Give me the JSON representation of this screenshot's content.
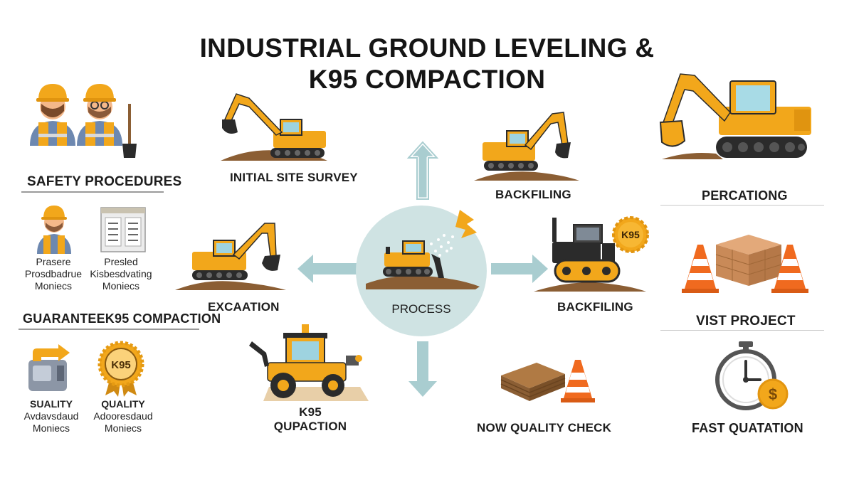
{
  "title_line1": "INDUSTRIAL GROUND LEVELING &",
  "title_line2": "K95 COMPACTION",
  "center": {
    "label": "PROCESS"
  },
  "left_panel": {
    "safety": "SAFETY PROCEDURES",
    "card1": {
      "line1": "Prasere",
      "line2": "Prosdbadrue",
      "line3": "Moniecs"
    },
    "card2": {
      "line1": "Presled",
      "line2": "Kisbesdvating",
      "line3": "Moniecs"
    },
    "guarantee": "GUARANTEEK95 COMPACTION",
    "card3": {
      "line1": "SUALITY",
      "line2": "Avdavsdaud",
      "line3": "Moniecs"
    },
    "card4": {
      "line1": "QUALITY",
      "line2": "Adooresdaud",
      "line3": "Moniecs"
    },
    "badge_text": "K95"
  },
  "steps": {
    "survey": "INITIAL SITE SURVEY",
    "backfill_top": "BACKFILING",
    "excavation": "EXCAATION",
    "backfill_right": "BACKFILING",
    "k95_line1": "K95",
    "k95_line2": "QUPACTION",
    "quality_check": "NOW QUALITY CHECK",
    "k95_badge": "K95"
  },
  "right_panel": {
    "percationg": "PERCATIONG",
    "visit": "VIST PROJECT",
    "quote": "FAST QUATATION"
  },
  "colors": {
    "machine_yellow": "#F2A71B",
    "machine_dark": "#2b2b2b",
    "soil": "#8B5E34",
    "center_circle": "#CFE3E3",
    "arrow": "#A9CDD0",
    "cone": "#F06A1F"
  }
}
